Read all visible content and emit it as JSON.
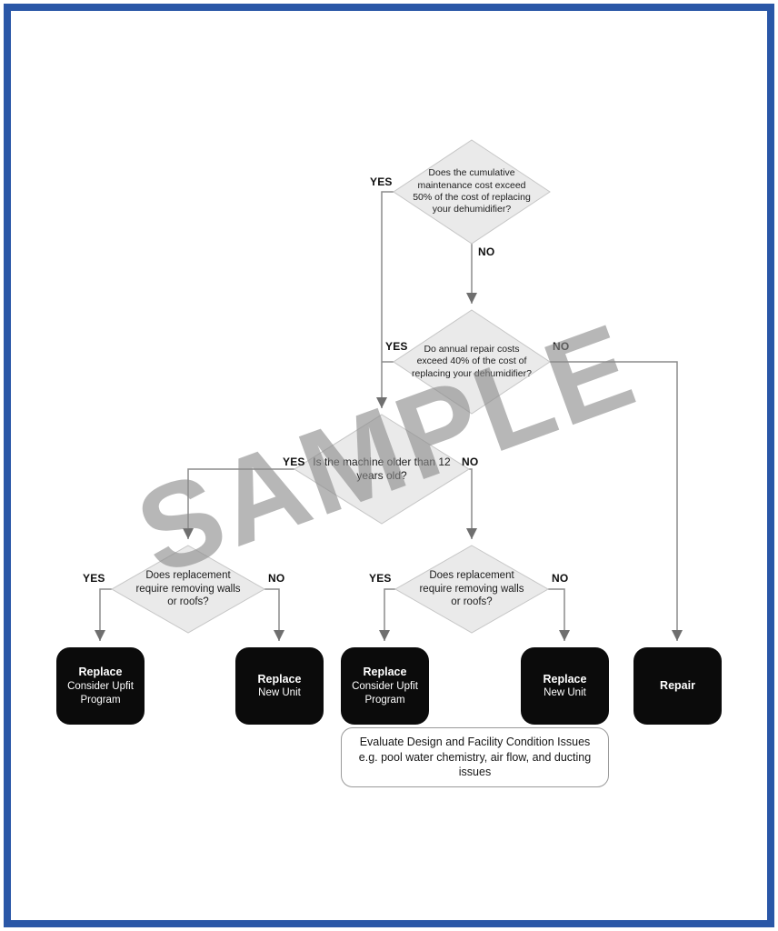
{
  "watermark": {
    "text": "SAMPLE"
  },
  "colors": {
    "frame_blue": "#2a57a7",
    "diamond_fill": "#eaeaea",
    "diamond_stroke": "#c6c6c6",
    "terminal_black": "#0b0b0b",
    "connector_gray": "#8c8c8c"
  },
  "flow": {
    "labels": {
      "yes": "YES",
      "no": "NO"
    },
    "decisions": [
      {
        "text": "Does the cumulative maintenance cost exceed 50% of the cost of replacing your dehumidifier?"
      },
      {
        "text": "Do annual repair costs exceed 40% of the cost of replacing your dehumidifier?"
      },
      {
        "text": "Is the machine older than 12 years old?"
      },
      {
        "text": "Does replacement require removing walls or roofs?"
      },
      {
        "text": "Does replacement require removing walls or roofs?"
      }
    ],
    "terminals": [
      {
        "title": "Replace",
        "subtitle": "Consider Upfit Program"
      },
      {
        "title": "Replace",
        "subtitle": "New Unit"
      },
      {
        "title": "Replace",
        "subtitle": "Consider Upfit Program"
      },
      {
        "title": "Replace",
        "subtitle": "New Unit"
      },
      {
        "title": "Repair"
      }
    ],
    "note": "Evaluate Design and Facility Condition Issues e.g. pool water chemistry, air flow, and ducting issues"
  }
}
